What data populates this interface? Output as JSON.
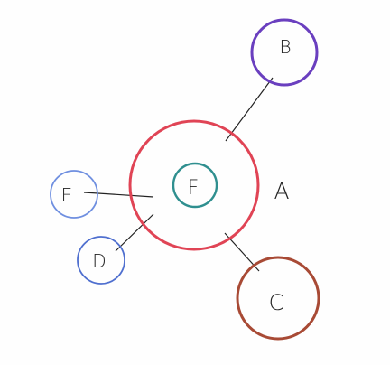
{
  "nodes": {
    "A": {
      "label": "A",
      "color": "#e04455"
    },
    "B": {
      "label": "B",
      "color": "#6a3fbf"
    },
    "C": {
      "label": "C",
      "color": "#a84a35"
    },
    "D": {
      "label": "D",
      "color": "#4f6fcf"
    },
    "E": {
      "label": "E",
      "color": "#6f8fe0"
    },
    "F": {
      "label": "F",
      "color": "#2f8f8f"
    }
  },
  "edges": [
    {
      "from": "A",
      "to": "B"
    },
    {
      "from": "A",
      "to": "C"
    },
    {
      "from": "A",
      "to": "D"
    },
    {
      "from": "A",
      "to": "E"
    }
  ],
  "line_color": "#222222"
}
